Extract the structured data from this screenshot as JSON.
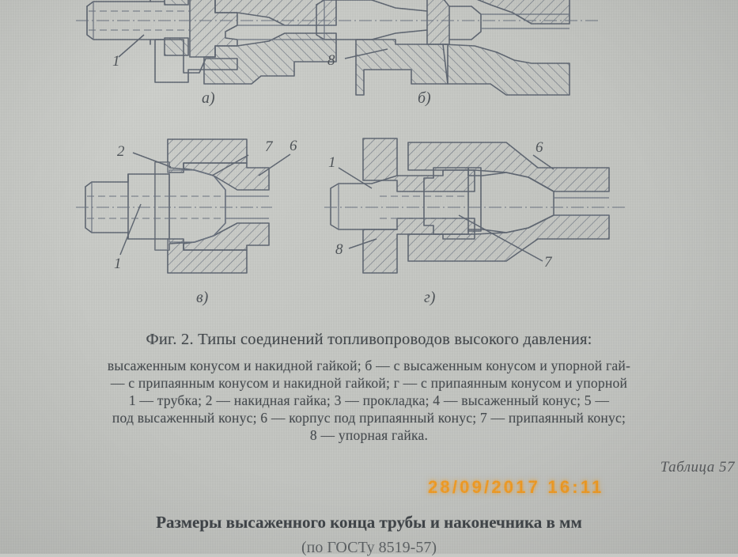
{
  "document": {
    "kind": "scanned-book-page",
    "background_color": "#c7c9c5",
    "ink_color": "#4a4f52"
  },
  "figure": {
    "panels": [
      {
        "id": "a",
        "sublabel": "а)",
        "callouts": [
          "1"
        ]
      },
      {
        "id": "b",
        "sublabel": "б)",
        "callouts": [
          "8"
        ]
      },
      {
        "id": "v",
        "sublabel": "в)",
        "callouts": [
          "2",
          "7",
          "6",
          "1"
        ]
      },
      {
        "id": "g",
        "sublabel": "г)",
        "callouts": [
          "1",
          "6",
          "8",
          "7"
        ]
      }
    ],
    "caption_title": "Фиг. 2. Типы соединений топливопроводов высокого давления:",
    "caption_lines": [
      "высаженным конусом и накидной гайкой; б — с высаженным конусом и упорной гай-",
      "— с припаянным конусом и накидной гайкой; г — с припаянным конусом и упорной",
      "1 — трубка;  2 — накидная  гайка;  3 — прокладка;  4 — высаженный  конус;  5 —",
      "под высаженный конус; 6 — корпус под припаянный конус; 7 — припаянный конус;",
      "8 — упорная  гайка."
    ]
  },
  "table_ref": {
    "label": "Таблица 57"
  },
  "camera_overlay": {
    "timestamp": "28/09/2017  16:11",
    "color": "#f09a22"
  },
  "table_heading": {
    "title": "Размеры высаженного конца трубы и наконечника в мм",
    "subtitle": "(по ГОСТу 8519-57)"
  }
}
